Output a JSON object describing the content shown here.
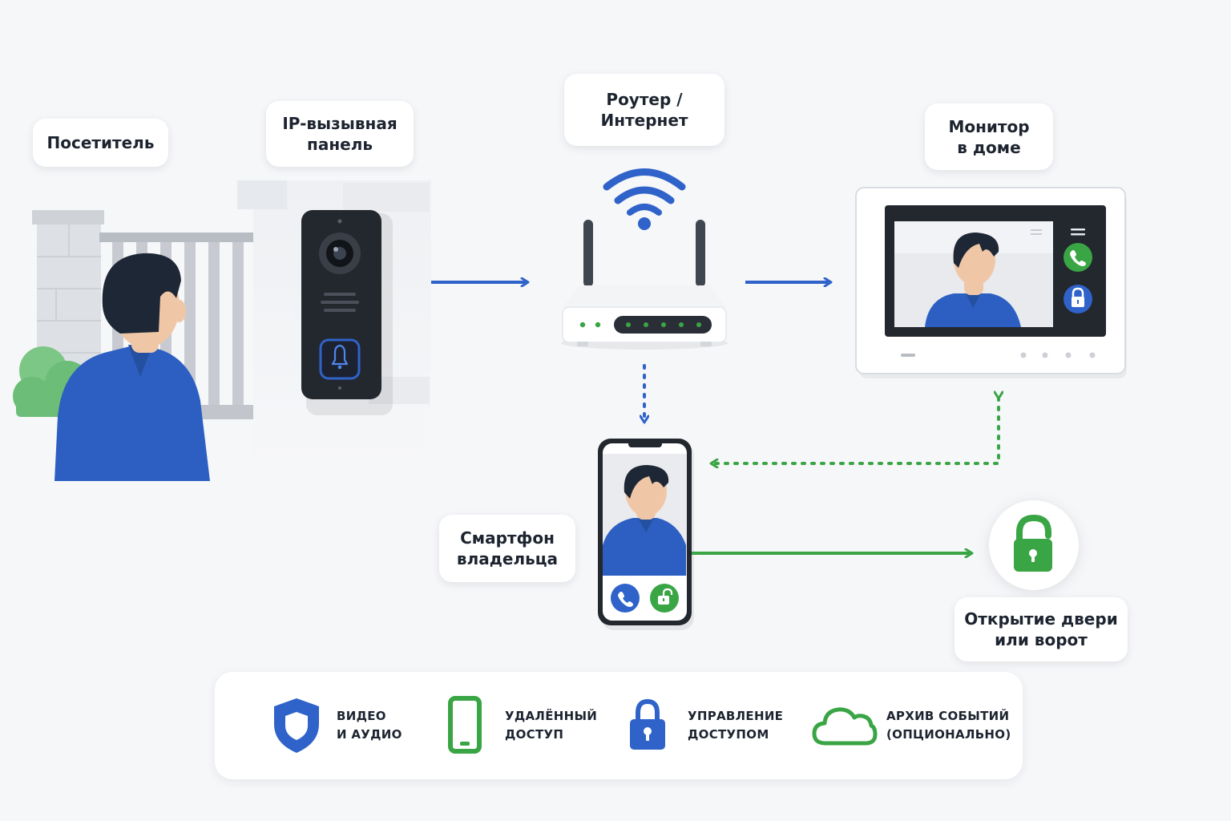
{
  "labels": {
    "visitor": "Посетитель",
    "panel": [
      "IP-вызывная",
      "панель"
    ],
    "router": [
      "Роутер /",
      "Интернет"
    ],
    "monitor": [
      "Монитор",
      "в доме"
    ],
    "smartphone": [
      "Смартфон",
      "владельца"
    ],
    "door": [
      "Открытие двери",
      "или ворот"
    ]
  },
  "features": [
    {
      "icon": "shield-icon",
      "lines": [
        "ВИДЕО",
        "И АУДИО"
      ]
    },
    {
      "icon": "smartphone-icon",
      "lines": [
        "УДАЛЁННЫЙ",
        "ДОСТУП"
      ]
    },
    {
      "icon": "lock-icon",
      "lines": [
        "УПРАВЛЕНИЕ",
        "ДОСТУПОМ"
      ]
    },
    {
      "icon": "cloud-icon",
      "lines": [
        "АРХИВ СОБЫТИЙ",
        "(ОПЦИОНАЛЬНО)"
      ]
    }
  ],
  "colors": {
    "blue": "#2f63c9",
    "green": "#3aa545",
    "device_dark": "#23272e",
    "shirt": "#2d5fc2"
  }
}
